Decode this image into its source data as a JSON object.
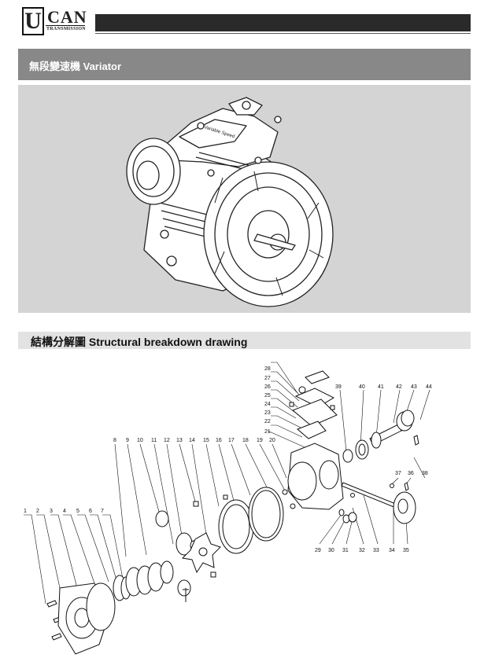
{
  "header": {
    "logo_letter": "U",
    "logo_brand": "CAN",
    "logo_sub": "TRANSMISSION"
  },
  "section_product": {
    "title": "無段變速機 Variator",
    "device_plate_text": "Variable Speed"
  },
  "section_breakdown": {
    "title": "結構分解圖 Structural breakdown drawing"
  },
  "part_numbers": [
    "1",
    "2",
    "3",
    "4",
    "5",
    "6",
    "7",
    "8",
    "9",
    "10",
    "11",
    "12",
    "13",
    "14",
    "15",
    "16",
    "17",
    "18",
    "19",
    "20",
    "21",
    "22",
    "23",
    "24",
    "25",
    "26",
    "27",
    "28",
    "29",
    "30",
    "31",
    "32",
    "33",
    "34",
    "35",
    "36",
    "37",
    "38",
    "39",
    "40",
    "41",
    "42",
    "43",
    "44"
  ]
}
